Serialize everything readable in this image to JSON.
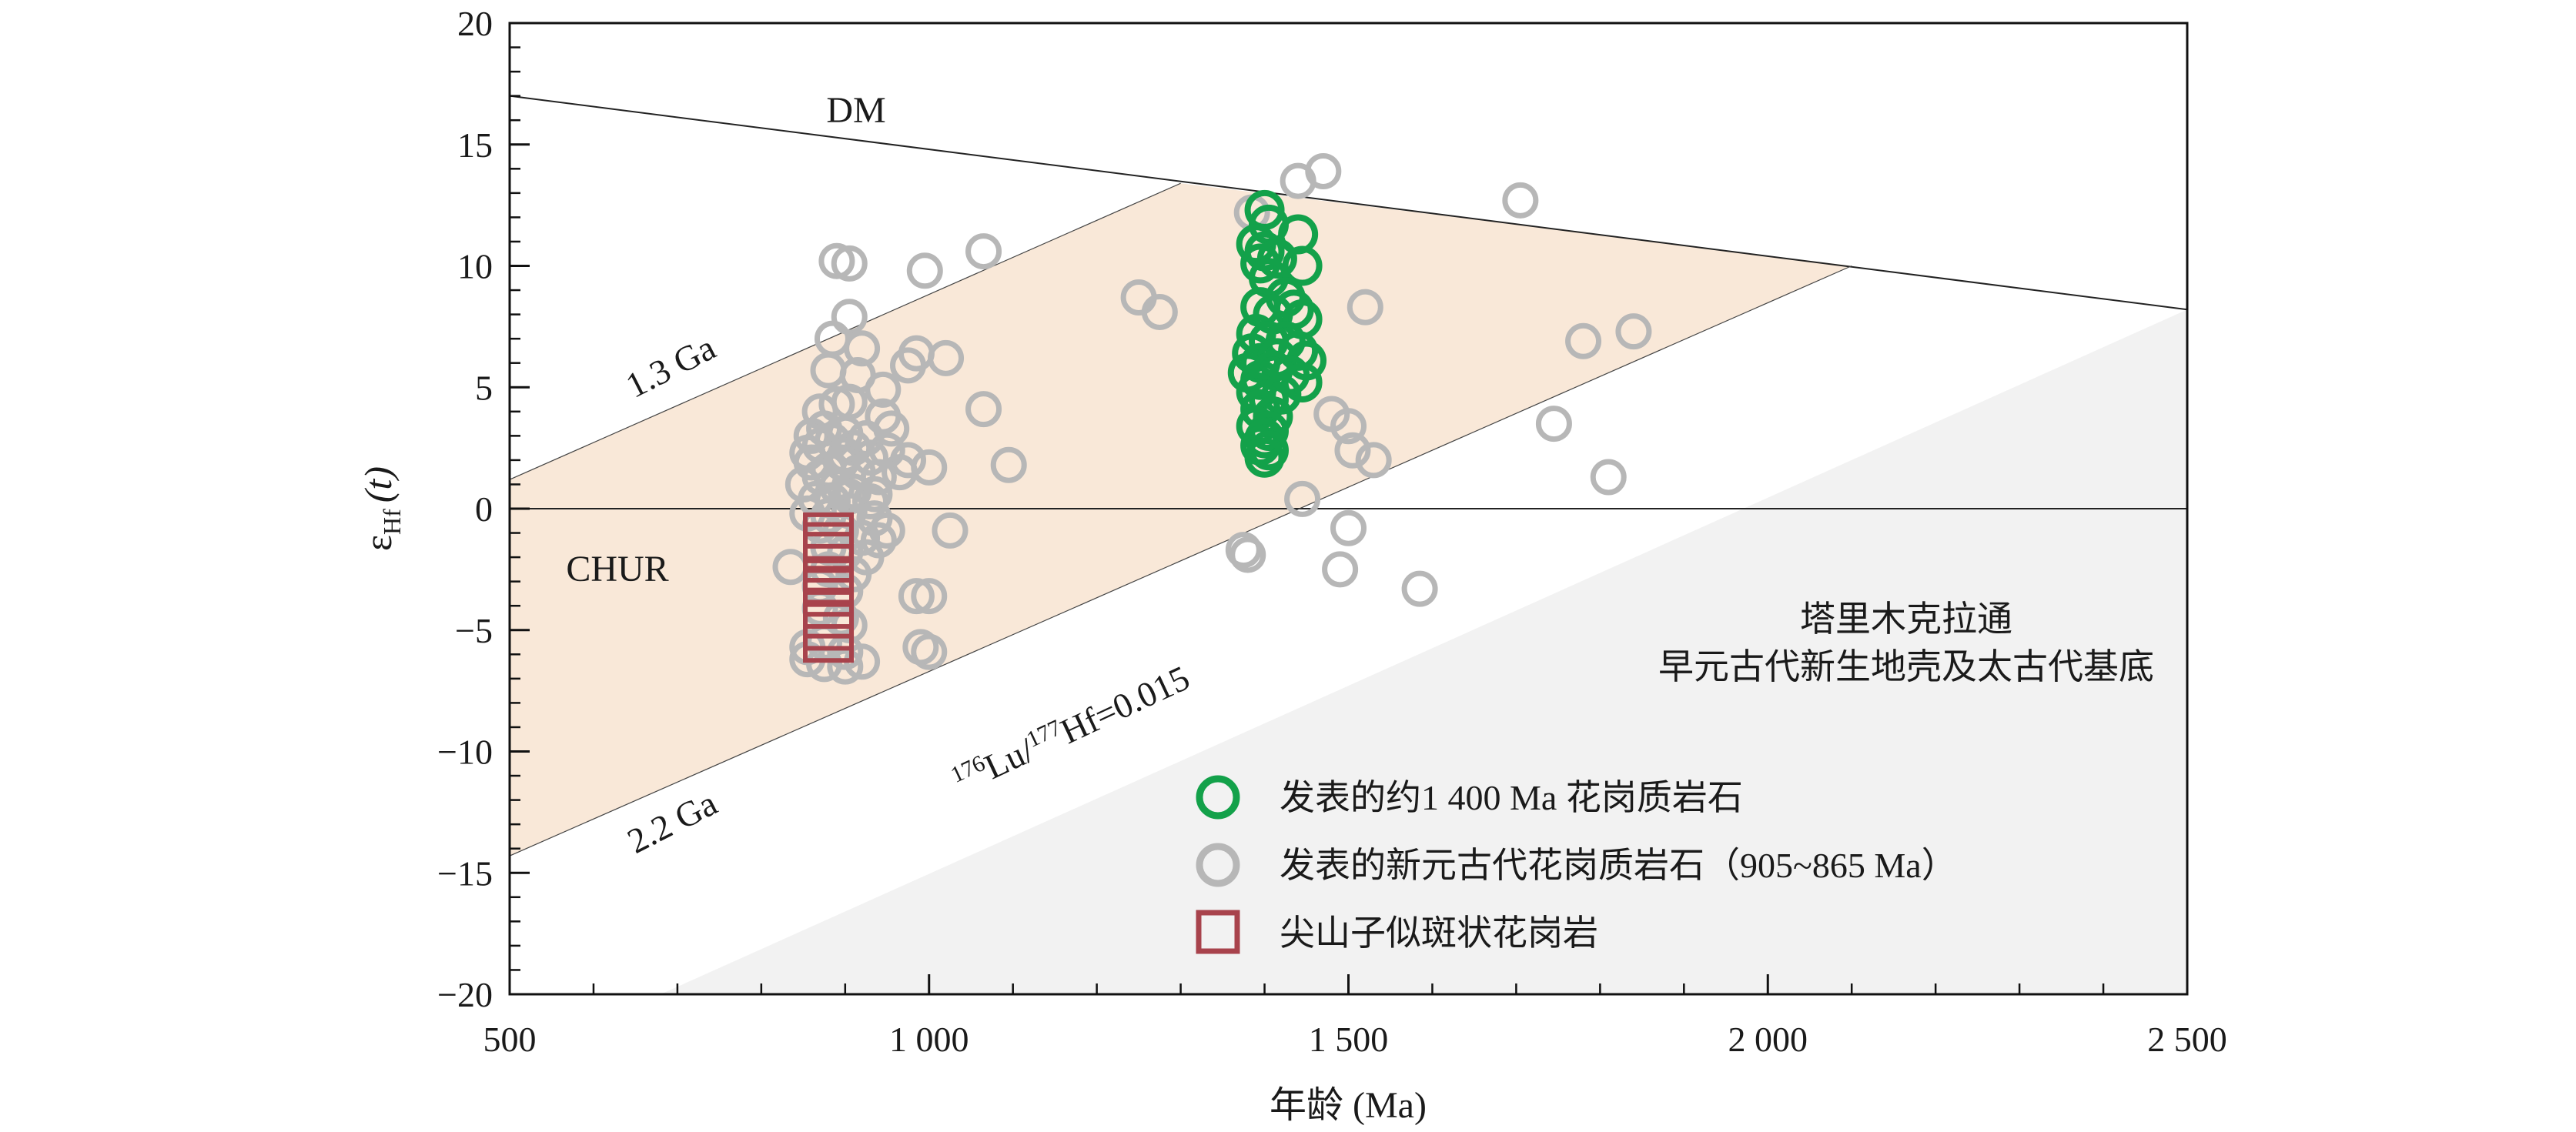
{
  "chart_data": {
    "type": "scatter",
    "xlabel": "年龄 (Ma)",
    "ylabel": {
      "base": "ε",
      "sub": "Hf",
      "paren": "(t)"
    },
    "xlim": [
      500,
      2500
    ],
    "ylim": [
      -20,
      20
    ],
    "xticks": [
      500,
      1000,
      1500,
      2000,
      2500
    ],
    "xtick_labels": [
      "500",
      "1 000",
      "1 500",
      "2 000",
      "2 500"
    ],
    "yticks": [
      20,
      15,
      10,
      5,
      0,
      -5,
      -10,
      -15,
      -20
    ],
    "ytick_labels": [
      "20",
      "15",
      "10",
      "5",
      "0",
      "−5",
      "−10",
      "−15",
      "−20"
    ],
    "colors": {
      "green": "#13a14a",
      "gray": "#b7b7b7",
      "red": "#a8434c",
      "band": "#f9e8d8",
      "crust": "#f2f2f2"
    },
    "reference_lines": {
      "dm": {
        "label": "DM",
        "points": [
          [
            500,
            17
          ],
          [
            2500,
            8.2
          ]
        ]
      },
      "chur": {
        "label": "CHUR",
        "points": [
          [
            500,
            0
          ],
          [
            2500,
            0
          ]
        ]
      },
      "ga13": {
        "label": "1.3 Ga",
        "points": [
          [
            500,
            1.2
          ],
          [
            1300,
            13.4
          ]
        ]
      },
      "ga22": {
        "label": "2.2 Ga",
        "points": [
          [
            500,
            -14.3
          ],
          [
            2100,
            10
          ]
        ]
      },
      "lu": {
        "label_pre": "176",
        "label_mid1": "Lu/",
        "label_pre2": "177",
        "label_mid2": "Hf=0.015",
        "points": [
          [
            680,
            -20
          ],
          [
            2500,
            8.2
          ]
        ]
      }
    },
    "crust_region_label": [
      "塔里木克拉通",
      "早元古代新生地壳及太古代基底"
    ],
    "legend": [
      {
        "label": "发表的约1 400 Ma 花岗质岩石",
        "marker": "circle",
        "color": "green"
      },
      {
        "label": "发表的新元古代花岗质岩石（905~865 Ma）",
        "marker": "circle",
        "color": "gray"
      },
      {
        "label": "尖山子似斑状花岗岩",
        "marker": "square",
        "color": "red"
      }
    ],
    "series": [
      {
        "name": "发表的新元古代花岗质岩石（905~865 Ma）",
        "marker": "circle",
        "points": [
          [
            890,
            10.2
          ],
          [
            905,
            10.1
          ],
          [
            995,
            9.8
          ],
          [
            1065,
            10.6
          ],
          [
            1250,
            8.7
          ],
          [
            1275,
            8.1
          ],
          [
            1385,
            12.2
          ],
          [
            1440,
            13.5
          ],
          [
            1470,
            13.9
          ],
          [
            1705,
            12.7
          ],
          [
            1520,
            8.3
          ],
          [
            1780,
            6.9
          ],
          [
            1840,
            7.3
          ],
          [
            905,
            7.9
          ],
          [
            885,
            7.0
          ],
          [
            920,
            6.6
          ],
          [
            985,
            6.4
          ],
          [
            975,
            5.9
          ],
          [
            1020,
            6.2
          ],
          [
            880,
            5.7
          ],
          [
            915,
            5.5
          ],
          [
            945,
            4.9
          ],
          [
            1065,
            4.1
          ],
          [
            870,
            4.0
          ],
          [
            890,
            4.3
          ],
          [
            905,
            4.4
          ],
          [
            945,
            3.8
          ],
          [
            955,
            3.3
          ],
          [
            1480,
            3.9
          ],
          [
            1500,
            3.4
          ],
          [
            1745,
            3.5
          ],
          [
            860,
            3.0
          ],
          [
            875,
            3.3
          ],
          [
            885,
            2.8
          ],
          [
            900,
            3.1
          ],
          [
            910,
            2.5
          ],
          [
            925,
            2.9
          ],
          [
            855,
            2.3
          ],
          [
            870,
            2.6
          ],
          [
            900,
            2.2
          ],
          [
            930,
            2.1
          ],
          [
            950,
            2.4
          ],
          [
            975,
            2.0
          ],
          [
            1000,
            1.7
          ],
          [
            1095,
            1.8
          ],
          [
            1505,
            2.4
          ],
          [
            1530,
            2.0
          ],
          [
            860,
            1.9
          ],
          [
            880,
            1.6
          ],
          [
            895,
            1.9
          ],
          [
            915,
            1.5
          ],
          [
            940,
            1.3
          ],
          [
            965,
            1.5
          ],
          [
            1810,
            1.3
          ],
          [
            850,
            1.0
          ],
          [
            870,
            1.3
          ],
          [
            890,
            0.9
          ],
          [
            910,
            0.7
          ],
          [
            935,
            0.6
          ],
          [
            865,
            0.4
          ],
          [
            885,
            0.3
          ],
          [
            905,
            0.5
          ],
          [
            930,
            0.3
          ],
          [
            1445,
            0.4
          ],
          [
            855,
            -0.2
          ],
          [
            880,
            -0.3
          ],
          [
            905,
            -0.1
          ],
          [
            935,
            -0.4
          ],
          [
            950,
            -0.9
          ],
          [
            1025,
            -0.9
          ],
          [
            1500,
            -0.8
          ],
          [
            870,
            -0.7
          ],
          [
            895,
            -0.9
          ],
          [
            920,
            -1.2
          ],
          [
            940,
            -1.3
          ],
          [
            1375,
            -1.7
          ],
          [
            1380,
            -1.9
          ],
          [
            880,
            -1.6
          ],
          [
            900,
            -1.8
          ],
          [
            925,
            -2.0
          ],
          [
            835,
            -2.4
          ],
          [
            880,
            -2.5
          ],
          [
            910,
            -2.7
          ],
          [
            1490,
            -2.5
          ],
          [
            1585,
            -3.3
          ],
          [
            870,
            -3.2
          ],
          [
            900,
            -3.4
          ],
          [
            985,
            -3.6
          ],
          [
            1000,
            -3.6
          ],
          [
            870,
            -4.1
          ],
          [
            895,
            -4.5
          ],
          [
            905,
            -4.8
          ],
          [
            855,
            -5.7
          ],
          [
            875,
            -5.5
          ],
          [
            900,
            -5.9
          ],
          [
            990,
            -5.7
          ],
          [
            1000,
            -5.9
          ],
          [
            855,
            -6.2
          ],
          [
            875,
            -6.4
          ],
          [
            900,
            -6.5
          ],
          [
            920,
            -6.3
          ]
        ]
      },
      {
        "name": "发表的约1 400 Ma 花岗质岩石",
        "marker": "circle",
        "points": [
          [
            1400,
            12.3
          ],
          [
            1405,
            11.7
          ],
          [
            1440,
            11.3
          ],
          [
            1390,
            10.9
          ],
          [
            1400,
            10.6
          ],
          [
            1395,
            10.1
          ],
          [
            1415,
            10.3
          ],
          [
            1445,
            10.0
          ],
          [
            1405,
            9.5
          ],
          [
            1425,
            8.7
          ],
          [
            1395,
            8.3
          ],
          [
            1410,
            8.0
          ],
          [
            1435,
            8.2
          ],
          [
            1445,
            7.8
          ],
          [
            1390,
            7.2
          ],
          [
            1405,
            6.9
          ],
          [
            1425,
            6.9
          ],
          [
            1385,
            6.4
          ],
          [
            1395,
            6.0
          ],
          [
            1415,
            6.2
          ],
          [
            1440,
            6.5
          ],
          [
            1450,
            6.1
          ],
          [
            1380,
            5.6
          ],
          [
            1395,
            5.3
          ],
          [
            1410,
            5.7
          ],
          [
            1430,
            5.5
          ],
          [
            1445,
            5.2
          ],
          [
            1390,
            4.8
          ],
          [
            1405,
            4.5
          ],
          [
            1420,
            4.7
          ],
          [
            1395,
            4.1
          ],
          [
            1410,
            3.8
          ],
          [
            1390,
            3.4
          ],
          [
            1405,
            3.2
          ],
          [
            1400,
            2.9
          ],
          [
            1395,
            2.6
          ],
          [
            1405,
            2.4
          ],
          [
            1400,
            2.1
          ]
        ]
      },
      {
        "name": "尖山子似斑状花岗岩",
        "marker": "square",
        "points": [
          [
            880,
            -1.2
          ],
          [
            880,
            -1.6
          ],
          [
            880,
            -2.0
          ],
          [
            880,
            -2.5
          ],
          [
            880,
            -3.0
          ],
          [
            880,
            -3.4
          ],
          [
            880,
            -3.9
          ],
          [
            880,
            -4.3
          ],
          [
            880,
            -4.8
          ],
          [
            880,
            -5.3
          ]
        ]
      }
    ]
  }
}
